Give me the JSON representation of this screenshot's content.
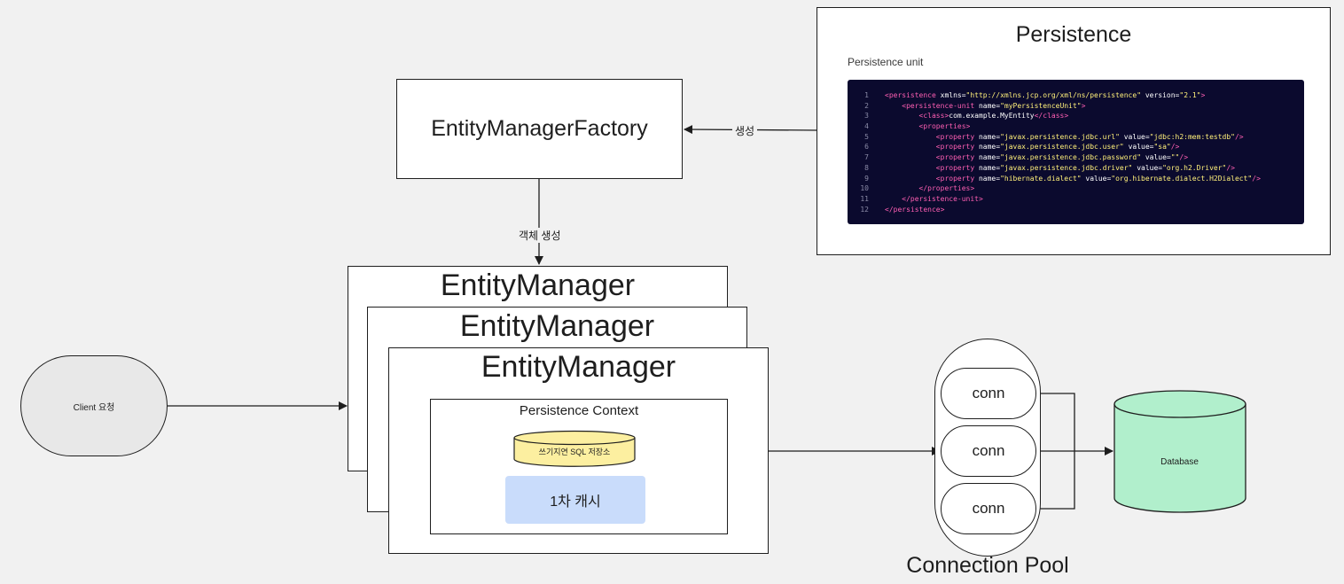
{
  "persistence": {
    "title": "Persistence",
    "unit_label": "Persistence unit",
    "code_lines": [
      {
        "num": "1",
        "text": "<persistence xmlns=\"http://xmlns.jcp.org/xml/ns/persistence\" version=\"2.1\">"
      },
      {
        "num": "2",
        "text": "    <persistence-unit name=\"myPersistenceUnit\">"
      },
      {
        "num": "3",
        "text": "        <class>com.example.MyEntity</class>"
      },
      {
        "num": "4",
        "text": "        <properties>"
      },
      {
        "num": "5",
        "text": "            <property name=\"javax.persistence.jdbc.url\" value=\"jdbc:h2:mem:testdb\"/>"
      },
      {
        "num": "6",
        "text": "            <property name=\"javax.persistence.jdbc.user\" value=\"sa\"/>"
      },
      {
        "num": "7",
        "text": "            <property name=\"javax.persistence.jdbc.password\" value=\"\"/>"
      },
      {
        "num": "8",
        "text": "            <property name=\"javax.persistence.jdbc.driver\" value=\"org.h2.Driver\"/>"
      },
      {
        "num": "9",
        "text": "            <property name=\"hibernate.dialect\" value=\"org.hibernate.dialect.H2Dialect\"/>"
      },
      {
        "num": "10",
        "text": "        </properties>"
      },
      {
        "num": "11",
        "text": "    </persistence-unit>"
      },
      {
        "num": "12",
        "text": "</persistence>"
      }
    ]
  },
  "factory": {
    "label": "EntityManagerFactory"
  },
  "edges": {
    "create": "생성",
    "object_create": "객체 생성"
  },
  "entity_managers": [
    {
      "title": "EntityManager"
    },
    {
      "title": "EntityManager"
    },
    {
      "title": "EntityManager"
    }
  ],
  "persistence_context": {
    "title": "Persistence Context",
    "sql_store": "쓰기지연 SQL 저장소",
    "cache": "1차 캐시"
  },
  "client": {
    "label": "Client 요청"
  },
  "pool": {
    "label": "Connection Pool",
    "connections": [
      "conn",
      "conn",
      "conn"
    ]
  },
  "database": {
    "label": "Database"
  },
  "colors": {
    "code_bg": "#0b0a2e",
    "cache": "#c9dcfb",
    "sql_store": "#fcefa0",
    "database": "#b1efcc",
    "client": "#e8e8e8"
  }
}
